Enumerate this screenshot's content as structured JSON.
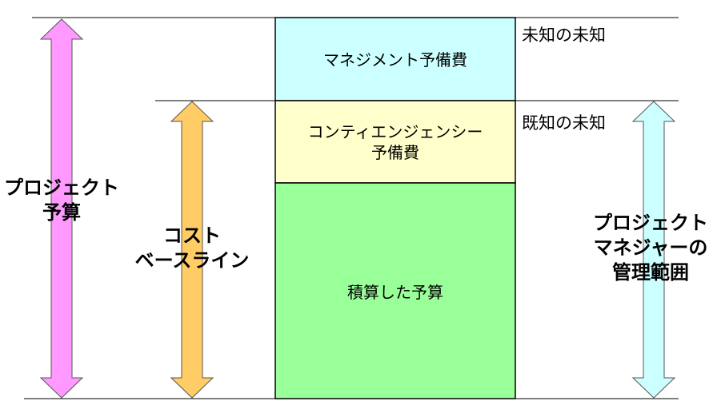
{
  "blocks": {
    "management_reserve": "マネジメント予備費",
    "contingency_reserve_line1": "コンティエンジェンシー",
    "contingency_reserve_line2": "予備費",
    "estimated_budget": "積算した予算"
  },
  "side_labels": {
    "unknown_unknowns": "未知の未知",
    "known_unknowns": "既知の未知"
  },
  "arrow_labels": {
    "project_budget_line1": "プロジェクト",
    "project_budget_line2": "予算",
    "cost_baseline_line1": "コスト",
    "cost_baseline_line2": "ベースライン",
    "pm_scope_line1": "プロジェクト",
    "pm_scope_line2": "マネジャーの",
    "pm_scope_line3": "管理範囲"
  },
  "colors": {
    "management_reserve": "#ccffff",
    "contingency_reserve": "#ffffcc",
    "estimated_budget": "#99ff99",
    "project_budget_arrow": "#ff99ff",
    "cost_baseline_arrow": "#ffcc66",
    "pm_scope_arrow": "#ccffff"
  }
}
